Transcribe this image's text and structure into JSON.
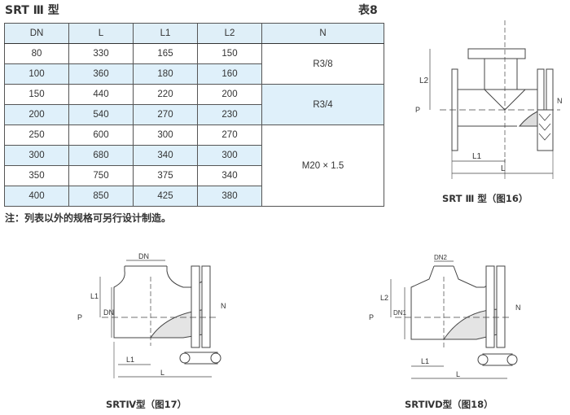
{
  "header": {
    "title": "SRT Ⅲ 型",
    "table_label": "表8"
  },
  "table": {
    "columns": [
      "DN",
      "L",
      "L1",
      "L2",
      "N"
    ],
    "rows": [
      {
        "DN": "80",
        "L": "330",
        "L1": "165",
        "L2": "150"
      },
      {
        "DN": "100",
        "L": "360",
        "L1": "180",
        "L2": "160"
      },
      {
        "DN": "150",
        "L": "440",
        "L1": "220",
        "L2": "200"
      },
      {
        "DN": "200",
        "L": "540",
        "L1": "270",
        "L2": "230"
      },
      {
        "DN": "250",
        "L": "600",
        "L1": "300",
        "L2": "270"
      },
      {
        "DN": "300",
        "L": "680",
        "L1": "340",
        "L2": "300"
      },
      {
        "DN": "350",
        "L": "750",
        "L1": "375",
        "L2": "340"
      },
      {
        "DN": "400",
        "L": "850",
        "L1": "425",
        "L2": "380"
      }
    ],
    "n_groups": [
      {
        "value": "R3/8"
      },
      {
        "value": "R3/4"
      },
      {
        "value": "M20 × 1.5"
      }
    ]
  },
  "note": "注：列表以外的规格可另行设计制造。",
  "figures": [
    {
      "caption": "SRT Ⅲ 型（图16）",
      "labels": {
        "L": "L",
        "L1": "L1",
        "L2": "L2",
        "N": "N",
        "flow": "P"
      }
    },
    {
      "caption": "SRTⅣ型（图17）",
      "labels": {
        "L": "L",
        "L1": "L1",
        "L1b": "L1",
        "DN": "DN",
        "DNtop": "DN",
        "N": "N",
        "flow": "P"
      }
    },
    {
      "caption": "SRTⅣD型（图18）",
      "labels": {
        "L": "L",
        "L1": "L1",
        "L2": "L2",
        "DN1": "DN1",
        "DN2": "DN2",
        "N": "N",
        "flow": "P"
      }
    }
  ]
}
